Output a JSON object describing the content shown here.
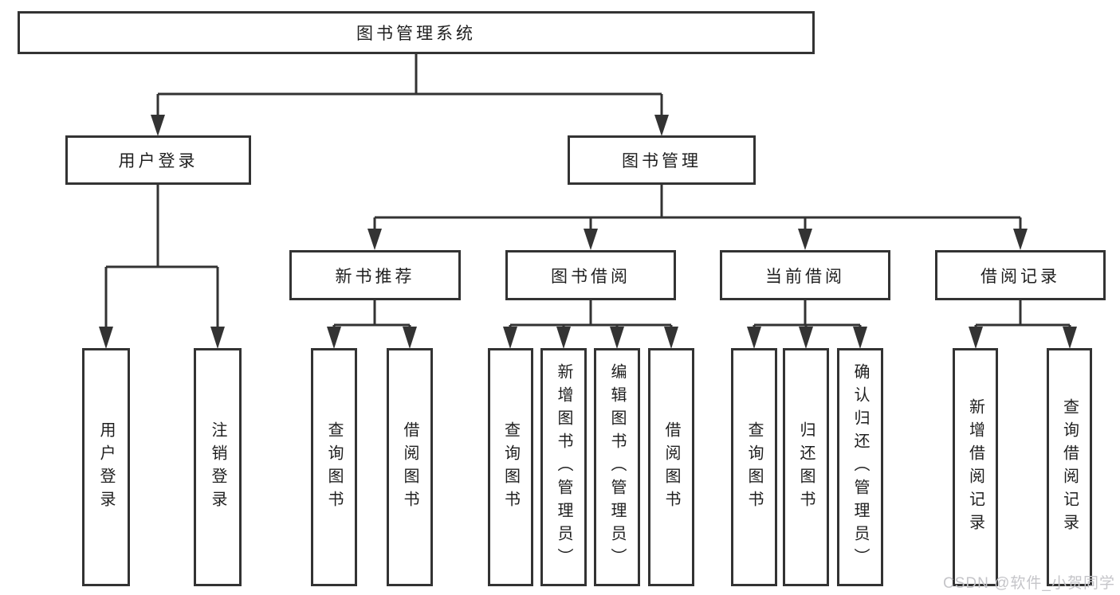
{
  "diagram_title": "图书管理系统",
  "tree": {
    "label": "图书管理系统",
    "children": [
      {
        "label": "用户登录",
        "children": [
          {
            "label": "用户登录"
          },
          {
            "label": "注销登录"
          }
        ]
      },
      {
        "label": "图书管理",
        "children": [
          {
            "label": "新书推荐",
            "children": [
              {
                "label": "查询图书"
              },
              {
                "label": "借阅图书"
              }
            ]
          },
          {
            "label": "图书借阅",
            "children": [
              {
                "label": "查询图书"
              },
              {
                "label": "新增图书（管理员）"
              },
              {
                "label": "编辑图书（管理员）"
              },
              {
                "label": "借阅图书"
              }
            ]
          },
          {
            "label": "当前借阅",
            "children": [
              {
                "label": "查询图书"
              },
              {
                "label": "归还图书"
              },
              {
                "label": "确认归还（管理员）"
              }
            ]
          },
          {
            "label": "借阅记录",
            "children": [
              {
                "label": "新增借阅记录"
              },
              {
                "label": "查询借阅记录"
              }
            ]
          }
        ]
      }
    ]
  },
  "watermark": {
    "text": "CSDN @软件_小贺同学"
  },
  "colors": {
    "line": "#333333",
    "box_border": "#333333",
    "text": "#1f1f1f",
    "background": "#ffffff",
    "watermark": "#c5c5c9"
  }
}
